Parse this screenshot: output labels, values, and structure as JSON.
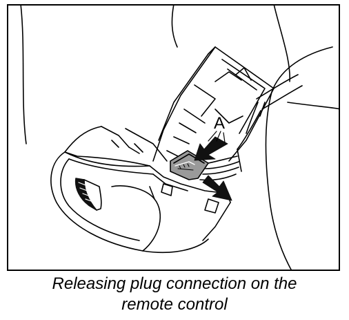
{
  "figure": {
    "callout_label": "A",
    "caption_line_1": "Releasing plug connection on the",
    "caption_line_2": "remote control"
  },
  "colors": {
    "line": "#000000",
    "background": "#ffffff",
    "plug_fill": "#9a9a9a",
    "dark_fill": "#111111"
  },
  "icons": {
    "press_arrow": "arrow-press-icon",
    "pull_arrow": "arrow-pull-icon"
  }
}
